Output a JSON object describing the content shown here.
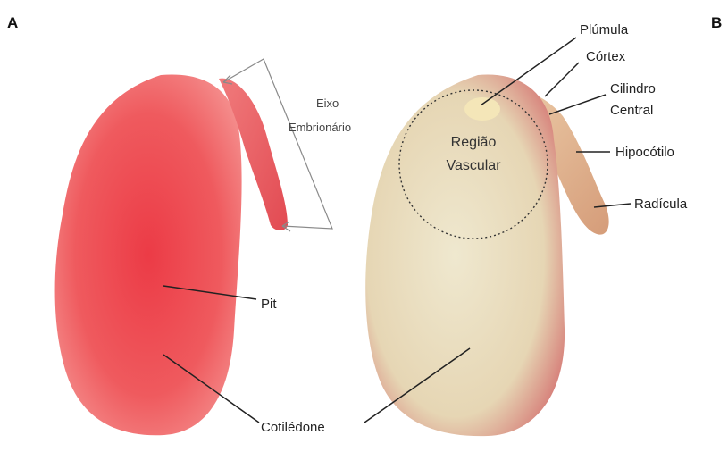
{
  "panels": {
    "a": "A",
    "b": "B"
  },
  "labels": {
    "eixo_line1": "Eixo",
    "eixo_line2": "Embrionário",
    "pit": "Pit",
    "cotiledone": "Cotilédone",
    "plumula": "Plúmula",
    "cortex": "Córtex",
    "cilindro_line1": "Cilindro",
    "cilindro_line2": "Central",
    "hipocotilo": "Hipocótilo",
    "radicula": "Radícula",
    "regiao_line1": "Região",
    "regiao_line2": "Vascular"
  },
  "colors": {
    "seed_red": "#ee4f57",
    "seed_red_light": "#f6a1a0",
    "seed_inner": "#e9dfc3",
    "seed_rim": "#d98a80",
    "axis_tan": "#d9b48e"
  }
}
